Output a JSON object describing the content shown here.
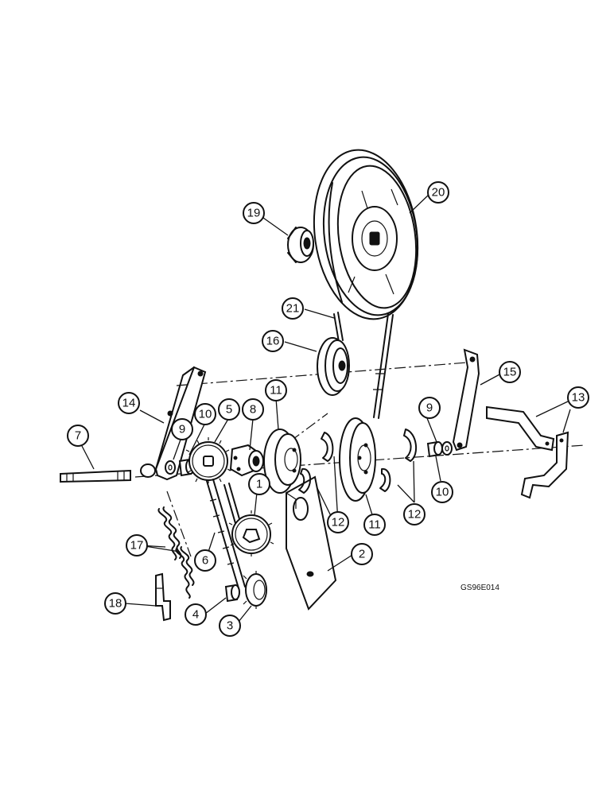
{
  "diagram_code": "GS96E014",
  "callouts": {
    "c1": "1",
    "c2": "2",
    "c3": "3",
    "c4": "4",
    "c5": "5",
    "c6": "6",
    "c7": "7",
    "c8": "8",
    "c9a": "9",
    "c9b": "9",
    "c10a": "10",
    "c10b": "10",
    "c11a": "11",
    "c11b": "11",
    "c12a": "12",
    "c12b": "12",
    "c13": "13",
    "c14": "14",
    "c15": "15",
    "c16": "16",
    "c17": "17",
    "c18": "18",
    "c19": "19",
    "c20": "20",
    "c21": "21"
  }
}
